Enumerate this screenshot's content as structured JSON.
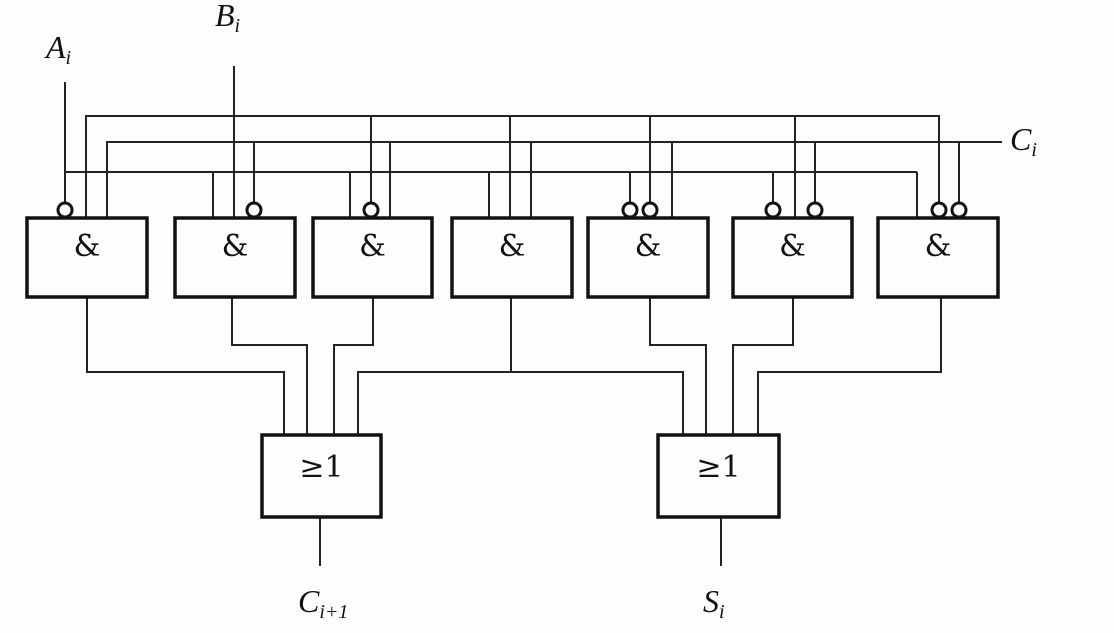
{
  "inputs": {
    "a": {
      "main": "A",
      "sub": "i"
    },
    "b": {
      "main": "B",
      "sub": "i"
    },
    "c": {
      "main": "C",
      "sub": "i"
    }
  },
  "outputs": {
    "carry": {
      "main": "C",
      "sub": "i+1"
    },
    "sum": {
      "main": "S",
      "sub": "i"
    }
  },
  "and_gates": [
    {
      "symbol": "&",
      "inputs": [
        "A'",
        "B",
        "C"
      ]
    },
    {
      "symbol": "&",
      "inputs": [
        "A",
        "B",
        "C'"
      ]
    },
    {
      "symbol": "&",
      "inputs": [
        "A",
        "B'",
        "C"
      ]
    },
    {
      "symbol": "&",
      "inputs": [
        "A",
        "B",
        "C"
      ]
    },
    {
      "symbol": "&",
      "inputs": [
        "A'",
        "B'",
        "C"
      ]
    },
    {
      "symbol": "&",
      "inputs": [
        "A'",
        "B",
        "C'"
      ]
    },
    {
      "symbol": "&",
      "inputs": [
        "A",
        "B'",
        "C'"
      ]
    }
  ],
  "or_gates": [
    {
      "symbol": "≥1",
      "output": "carry"
    },
    {
      "symbol": "≥1",
      "output": "sum"
    }
  ]
}
